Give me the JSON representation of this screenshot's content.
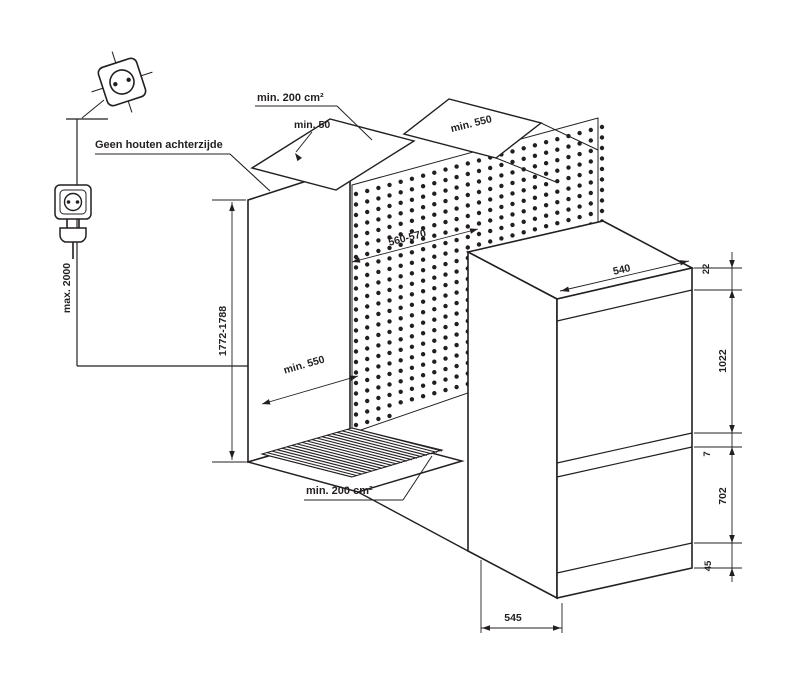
{
  "diagram": {
    "note": "Geen houten achterzijde",
    "socket": {
      "height_note": "max. 2000"
    },
    "niche": {
      "top_vent_area": "min. 200 cm²",
      "top_clearance": "min. 50",
      "top_depth": "min. 550",
      "height": "1772-1788",
      "width": "560-570",
      "depth": "min. 550",
      "bottom_vent_area": "min. 200 cm²"
    },
    "appliance": {
      "width": "540",
      "depth": "545",
      "top_gap": "22",
      "upper_section_height": "1022",
      "section_gap": "7",
      "lower_section_height": "702",
      "plinth_height": "45"
    },
    "colors": {
      "line": "#231f20",
      "background": "#ffffff"
    }
  }
}
